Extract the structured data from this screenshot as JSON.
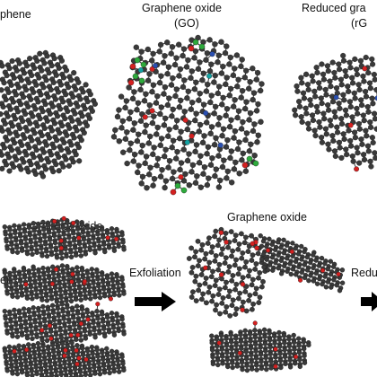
{
  "top_labels": {
    "graphene": "phene",
    "go_title": "Graphene oxide",
    "go_abbrev": "(GO)",
    "rgo_title": "Reduced gra",
    "rgo_abbrev": "(rG"
  },
  "bottom_labels": {
    "graphite_oxide": "Graphite oxide",
    "exfoliation": "Exfoliation",
    "graphene_oxide": "Graphene oxide",
    "left_cut": "en",
    "right_cut": "Reduc"
  },
  "colors": {
    "carbon": "#3a3a3a",
    "oxygen": "#d42020",
    "nitrogen": "#2a4fb0",
    "functional_group": "#2eaa3c",
    "hydroxyl": "#14a3a3",
    "arrow": "#000000"
  }
}
